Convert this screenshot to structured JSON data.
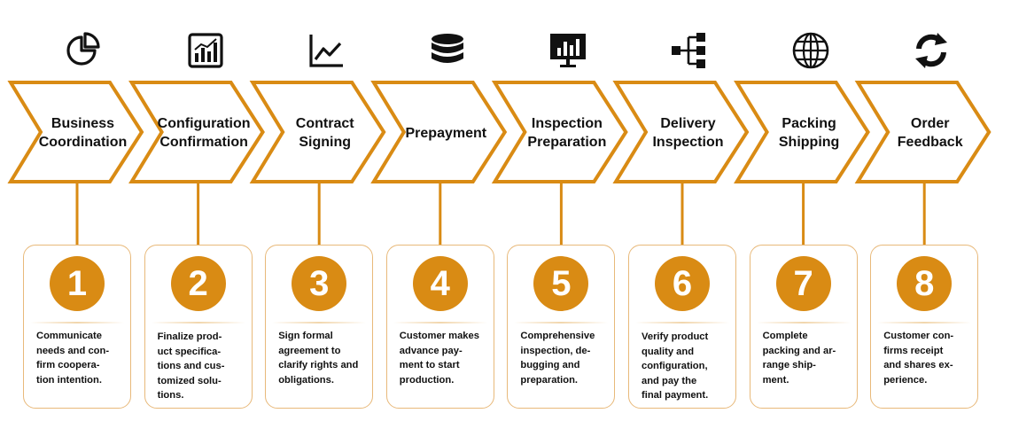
{
  "colors": {
    "accent": "#d98b14",
    "card_border": "#e8b97a",
    "text": "#111111"
  },
  "steps": [
    {
      "title": "Business\nCoordination",
      "number": "1",
      "description": "Communicate\nneeds and con-\nfirm coopera-\ntion intention.",
      "icon": "pie-chart-icon"
    },
    {
      "title": "Configuration\nConfirmation",
      "number": "2",
      "description": "Finalize prod-\nuct specifica-\ntions and cus-\ntomized solu-\ntions.",
      "icon": "bar-chart-icon"
    },
    {
      "title": "Contract\nSigning",
      "number": "3",
      "description": "Sign formal\nagreement to\nclarify rights and\nobligations.",
      "icon": "line-chart-icon"
    },
    {
      "title": "Prepayment",
      "number": "4",
      "description": "Customer makes\nadvance pay-\nment to start\nproduction.",
      "icon": "database-icon"
    },
    {
      "title": "Inspection\nPreparation",
      "number": "5",
      "description": "Comprehensive\ninspection, de-\nbugging and\npreparation.",
      "icon": "monitor-chart-icon"
    },
    {
      "title": "Delivery\nInspection",
      "number": "6",
      "description": "Verify product\nquality and\nconfiguration,\nand pay the\nfinal payment.",
      "icon": "hierarchy-icon"
    },
    {
      "title": "Packing\nShipping",
      "number": "7",
      "description": "Complete\npacking and ar-\nrange ship-\nment.",
      "icon": "globe-icon"
    },
    {
      "title": "Order\nFeedback",
      "number": "8",
      "description": "Customer con-\nfirms receipt\nand shares ex-\nperience.",
      "icon": "refresh-icon"
    }
  ]
}
